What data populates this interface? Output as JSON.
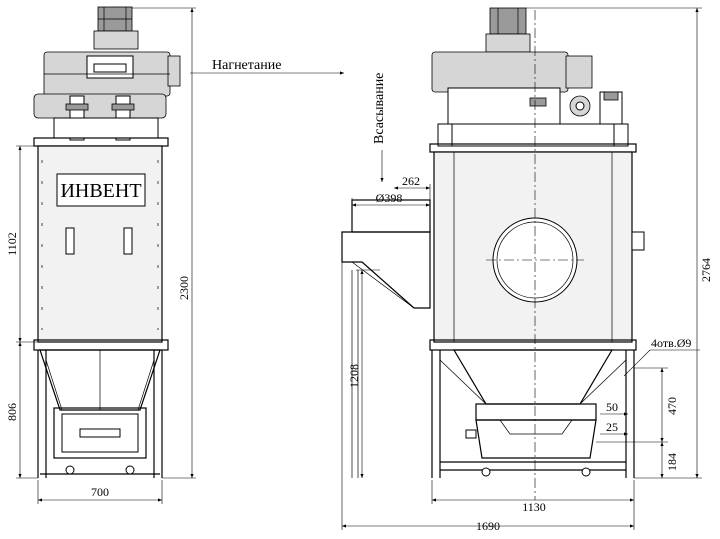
{
  "brand_plate": "ИНВЕНТ",
  "labels": {
    "discharge": "Нагнетание",
    "suction": "Всасывание",
    "holes": "4отв.Ø9"
  },
  "dimensions": {
    "front_width": "700",
    "front_body_height": "1102",
    "front_total_height": "2300",
    "front_lower_height": "806",
    "side_inlet_offset": "262",
    "side_inlet_diameter": "Ø398",
    "side_inlet_height": "1208",
    "side_total_height": "2764",
    "side_width": "1130",
    "side_total_width": "1690",
    "dim_50": "50",
    "dim_25": "25",
    "dim_470": "470",
    "dim_184": "184"
  }
}
